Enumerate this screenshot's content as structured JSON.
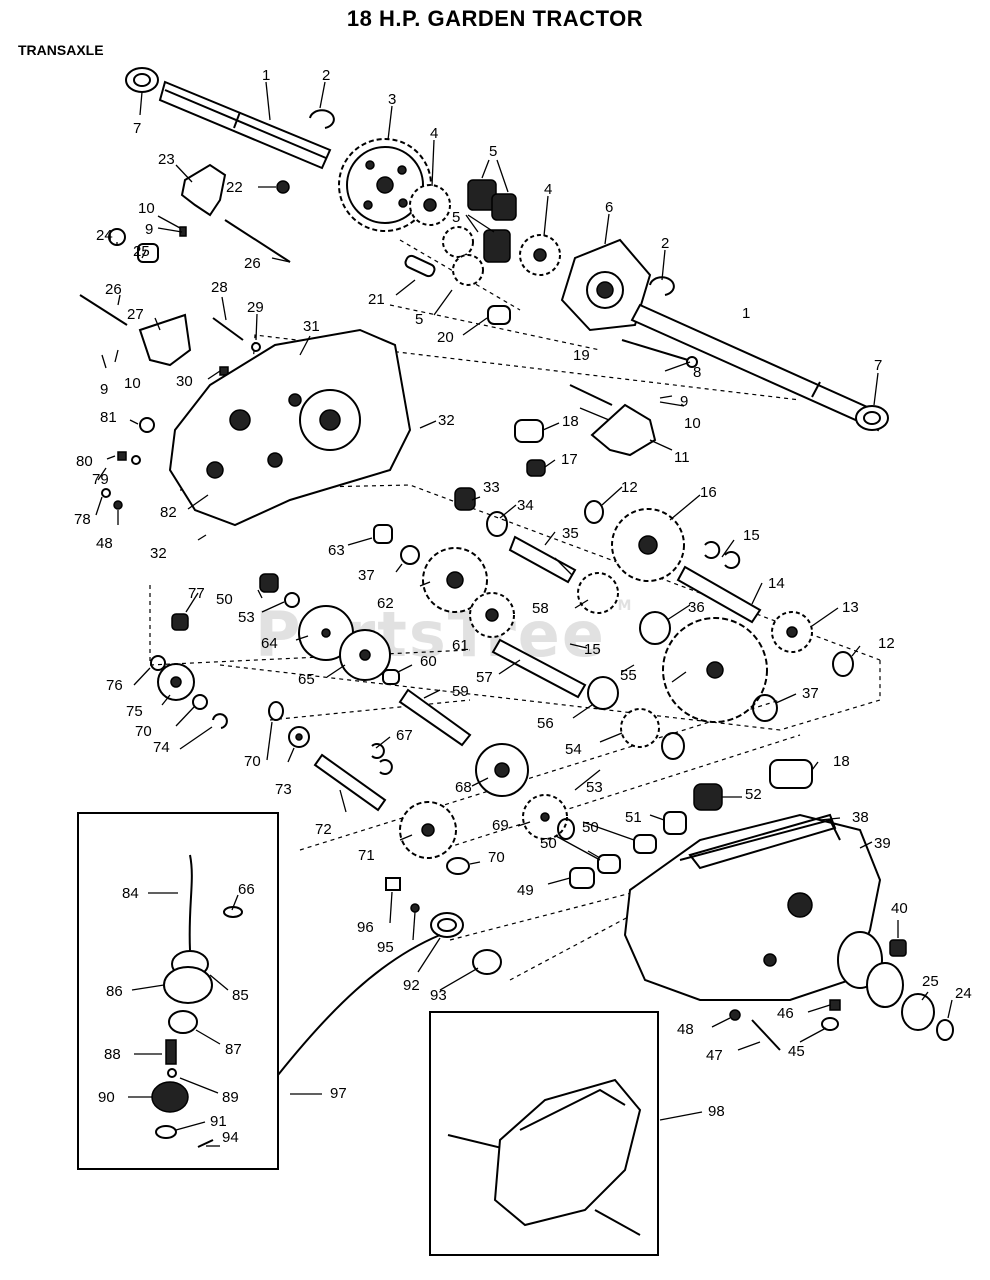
{
  "header": {
    "title": "18 H.P. GARDEN TRACTOR",
    "section": "TRANSAXLE"
  },
  "watermark": "PartsTree",
  "watermark_mark": "TM",
  "part_callouts": [
    "1",
    "2",
    "3",
    "4",
    "5",
    "6",
    "7",
    "8",
    "9",
    "10",
    "11",
    "12",
    "13",
    "14",
    "15",
    "16",
    "17",
    "18",
    "19",
    "20",
    "21",
    "22",
    "23",
    "24",
    "25",
    "26",
    "27",
    "28",
    "29",
    "30",
    "31",
    "32",
    "33",
    "34",
    "35",
    "36",
    "37",
    "38",
    "39",
    "40",
    "45",
    "46",
    "47",
    "48",
    "49",
    "50",
    "51",
    "52",
    "53",
    "54",
    "55",
    "56",
    "57",
    "58",
    "59",
    "60",
    "61",
    "62",
    "63",
    "64",
    "65",
    "66",
    "67",
    "68",
    "69",
    "70",
    "71",
    "72",
    "73",
    "74",
    "75",
    "76",
    "77",
    "78",
    "79",
    "80",
    "81",
    "82",
    "84",
    "85",
    "86",
    "87",
    "88",
    "89",
    "90",
    "91",
    "92",
    "93",
    "94",
    "95",
    "96",
    "97",
    "98"
  ],
  "labels": {
    "c1a": "1",
    "c1b": "1",
    "c2a": "2",
    "c2b": "2",
    "c3": "3",
    "c4a": "4",
    "c4b": "4",
    "c5a": "5",
    "c5b": "5",
    "c5c": "5",
    "c6": "6",
    "c7a": "7",
    "c7b": "7",
    "c8": "8",
    "c9a": "9",
    "c9b": "9",
    "c9c": "9",
    "c10a": "10",
    "c10b": "10",
    "c10c": "10",
    "c11": "11",
    "c12a": "12",
    "c12b": "12",
    "c13": "13",
    "c14": "14",
    "c15a": "15",
    "c15b": "15",
    "c16": "16",
    "c17": "17",
    "c18a": "18",
    "c18b": "18",
    "c19": "19",
    "c20": "20",
    "c21": "21",
    "c22": "22",
    "c23": "23",
    "c24a": "24",
    "c24b": "24",
    "c25a": "25",
    "c25b": "25",
    "c26a": "26",
    "c26b": "26",
    "c27": "27",
    "c28": "28",
    "c29": "29",
    "c30": "30",
    "c31": "31",
    "c32a": "32",
    "c32b": "32",
    "c33": "33",
    "c34": "34",
    "c35": "35",
    "c36": "36",
    "c37a": "37",
    "c37b": "37",
    "c38": "38",
    "c39": "39",
    "c40": "40",
    "c45": "45",
    "c46": "46",
    "c47": "47",
    "c48a": "48",
    "c48b": "48",
    "c49": "49",
    "c50a": "50",
    "c50b": "50",
    "c50c": "50",
    "c51": "51",
    "c52": "52",
    "c53a": "53",
    "c53b": "53",
    "c54": "54",
    "c55": "55",
    "c56": "56",
    "c57": "57",
    "c58": "58",
    "c59": "59",
    "c60": "60",
    "c61": "61",
    "c62": "62",
    "c63": "63",
    "c64": "64",
    "c65": "65",
    "c66": "66",
    "c67": "67",
    "c68": "68",
    "c69": "69",
    "c70a": "70",
    "c70b": "70",
    "c70c": "70",
    "c71": "71",
    "c72": "72",
    "c73": "73",
    "c74": "74",
    "c75": "75",
    "c76": "76",
    "c77": "77",
    "c78": "78",
    "c79": "79",
    "c80": "80",
    "c81": "81",
    "c82": "82",
    "c84": "84",
    "c85": "85",
    "c86": "86",
    "c87": "87",
    "c88": "88",
    "c89": "89",
    "c90": "90",
    "c91": "91",
    "c92": "92",
    "c93": "93",
    "c94": "94",
    "c95": "95",
    "c96": "96",
    "c97": "97",
    "c98": "98"
  }
}
